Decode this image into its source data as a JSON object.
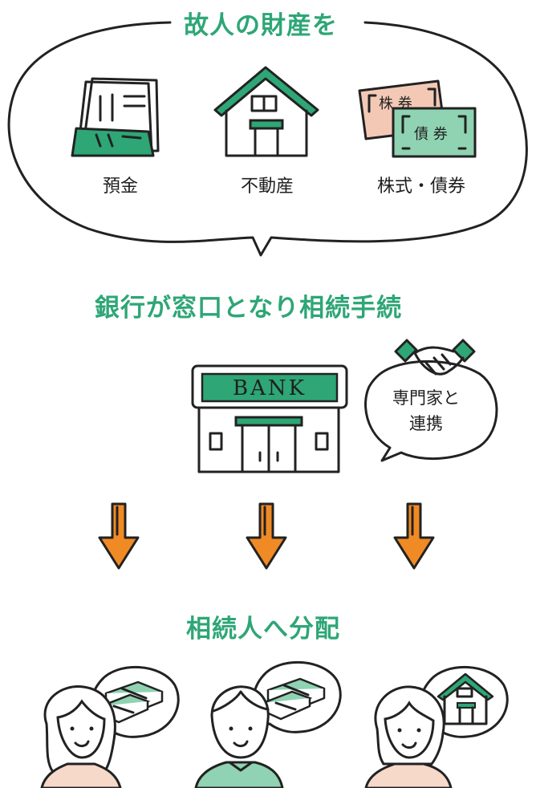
{
  "sections": {
    "assets_title": "故人の財産を",
    "bank_title": "銀行が窓口となり相続手続",
    "heirs_title": "相続人へ分配"
  },
  "assets": [
    {
      "label": "預金",
      "icon": "bankbook-icon"
    },
    {
      "label": "不動産",
      "icon": "house-icon"
    },
    {
      "label": "株式・債券",
      "icon": "certificate-icon"
    }
  ],
  "certificates": {
    "stock": "株 券",
    "bond": "債 券"
  },
  "bank": {
    "sign": "BANK"
  },
  "expert_bubble": {
    "line1": "専門家と",
    "line2": "連携"
  },
  "heirs": [
    {
      "icon": "woman-avatar-icon",
      "receives": "money-stack-icon"
    },
    {
      "icon": "man-avatar-icon",
      "receives": "money-stack-icon"
    },
    {
      "icon": "elder-woman-avatar-icon",
      "receives": "house-icon"
    }
  ],
  "colors": {
    "accent": "#2ea676",
    "arrow": "#f08a24",
    "note": "#8fd3b2",
    "cert": "#f3c9b6",
    "skin": "#f6d9c9"
  }
}
